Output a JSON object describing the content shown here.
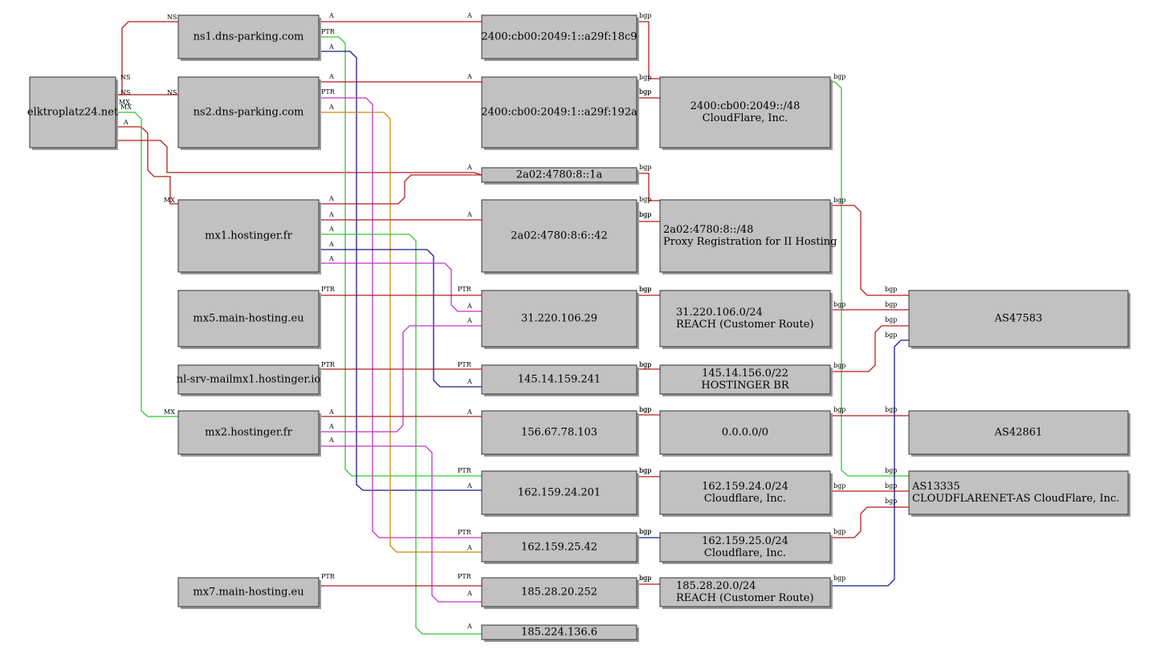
{
  "colors": {
    "node_fill": "#c2c0c1",
    "A": "#b31f1f",
    "NS": "#b31f1f",
    "MX": "#b31f1f",
    "bgp": "#b31f1f",
    "PTR": "#b31f1f",
    "green": "#33c633",
    "navy": "#1a1a8c",
    "magenta": "#c433c4",
    "orange": "#cc8a12"
  },
  "nodes": [
    {
      "id": "elk",
      "lines": [
        "elktroplatz24.net"
      ]
    },
    {
      "id": "ns1",
      "lines": [
        "ns1.dns-parking.com"
      ]
    },
    {
      "id": "ns2",
      "lines": [
        "ns2.dns-parking.com"
      ]
    },
    {
      "id": "mx1",
      "lines": [
        "mx1.hostinger.fr"
      ]
    },
    {
      "id": "mx5",
      "lines": [
        "mx5.main-hosting.eu"
      ]
    },
    {
      "id": "nl",
      "lines": [
        "nl-srv-mailmx1.hostinger.io"
      ]
    },
    {
      "id": "mx2",
      "lines": [
        "mx2.hostinger.fr"
      ]
    },
    {
      "id": "mx7",
      "lines": [
        "mx7.main-hosting.eu"
      ]
    },
    {
      "id": "ip6a",
      "lines": [
        "2400:cb00:2049:1::a29f:18c9"
      ]
    },
    {
      "id": "ip6b",
      "lines": [
        "2400:cb00:2049:1::a29f:192a"
      ]
    },
    {
      "id": "ip6c",
      "lines": [
        "2a02:4780:8::1a"
      ]
    },
    {
      "id": "ip6d",
      "lines": [
        "2a02:4780:8:6::42"
      ]
    },
    {
      "id": "ip4a",
      "lines": [
        "31.220.106.29"
      ]
    },
    {
      "id": "ip4b",
      "lines": [
        "145.14.159.241"
      ]
    },
    {
      "id": "ip4c",
      "lines": [
        "156.67.78.103"
      ]
    },
    {
      "id": "ip4d",
      "lines": [
        "162.159.24.201"
      ]
    },
    {
      "id": "ip4e",
      "lines": [
        "162.159.25.42"
      ]
    },
    {
      "id": "ip4f",
      "lines": [
        "185.28.20.252"
      ]
    },
    {
      "id": "ip4g",
      "lines": [
        "185.224.136.6"
      ]
    },
    {
      "id": "pfx1",
      "lines": [
        "2400:cb00:2049::/48",
        "CloudFlare, Inc."
      ]
    },
    {
      "id": "pfx2",
      "lines": [
        "2a02:4780:8::/48",
        "Proxy Registration for II Hosting"
      ]
    },
    {
      "id": "pfx3",
      "lines": [
        "31.220.106.0/24",
        "REACH (Customer Route)"
      ]
    },
    {
      "id": "pfx4",
      "lines": [
        "145.14.156.0/22",
        "HOSTINGER BR"
      ]
    },
    {
      "id": "pfx5",
      "lines": [
        "0.0.0.0/0"
      ]
    },
    {
      "id": "pfx6",
      "lines": [
        "162.159.24.0/24",
        "Cloudflare, Inc."
      ]
    },
    {
      "id": "pfx7",
      "lines": [
        "162.159.25.0/24",
        "Cloudflare, Inc."
      ]
    },
    {
      "id": "pfx8",
      "lines": [
        "185.28.20.0/24",
        "REACH (Customer Route)"
      ]
    },
    {
      "id": "as1",
      "lines": [
        "AS47583"
      ]
    },
    {
      "id": "as2",
      "lines": [
        "AS42861"
      ]
    },
    {
      "id": "as3",
      "lines": [
        "AS13335",
        "CLOUDFLARENET-AS CloudFlare, Inc."
      ]
    }
  ],
  "edge_labels": {
    "NS": "NS",
    "MX": "MX",
    "A": "A",
    "PTR": "PTR",
    "bgp": "bgp"
  },
  "edges": [
    {
      "c": "A",
      "labels": [
        "NS",
        "NS"
      ]
    },
    {
      "c": "A",
      "labels": [
        "NS",
        "NS"
      ]
    },
    {
      "c": "A",
      "labels": [
        "MX",
        "MX"
      ]
    },
    {
      "c": "green",
      "labels": [
        "MX",
        "MX"
      ]
    },
    {
      "c": "A",
      "labels": [
        "A"
      ]
    },
    {
      "c": "A",
      "labels": [
        "A",
        "A"
      ]
    },
    {
      "c": "green",
      "labels": [
        "PTR",
        "PTR"
      ]
    },
    {
      "c": "navy",
      "labels": [
        "A",
        "A"
      ]
    },
    {
      "c": "A",
      "labels": [
        "A",
        "A"
      ]
    },
    {
      "c": "magenta",
      "labels": [
        "PTR",
        "PTR"
      ]
    },
    {
      "c": "orange",
      "labels": [
        "A",
        "A"
      ]
    },
    {
      "c": "A",
      "labels": [
        "A",
        "A"
      ]
    },
    {
      "c": "A",
      "labels": [
        "A",
        "A"
      ]
    },
    {
      "c": "green",
      "labels": [
        "A",
        "A"
      ]
    },
    {
      "c": "navy",
      "labels": [
        "A",
        "A"
      ]
    },
    {
      "c": "magenta",
      "labels": [
        "A",
        "A"
      ]
    },
    {
      "c": "magenta",
      "labels": [
        "A",
        "A"
      ]
    },
    {
      "c": "A",
      "labels": [
        "PTR",
        "PTR"
      ]
    },
    {
      "c": "A",
      "labels": [
        "PTR",
        "PTR"
      ]
    },
    {
      "c": "A",
      "labels": [
        "A",
        "A"
      ]
    },
    {
      "c": "magenta",
      "labels": [
        "A",
        "A"
      ]
    },
    {
      "c": "A",
      "labels": [
        "PTR",
        "PTR"
      ]
    },
    {
      "c": "A",
      "labels": [
        "bgp",
        "bgp"
      ]
    },
    {
      "c": "A",
      "labels": [
        "bgp",
        "bgp"
      ]
    },
    {
      "c": "A",
      "labels": [
        "bgp",
        "bgp"
      ]
    },
    {
      "c": "A",
      "labels": [
        "bgp",
        "bgp"
      ]
    },
    {
      "c": "green",
      "labels": [
        "bgp",
        "bgp"
      ]
    },
    {
      "c": "A",
      "labels": [
        "bgp",
        "bgp"
      ]
    },
    {
      "c": "A",
      "labels": [
        "bgp",
        "bgp"
      ]
    },
    {
      "c": "A",
      "labels": [
        "bgp",
        "bgp"
      ]
    },
    {
      "c": "A",
      "labels": [
        "bgp",
        "bgp"
      ]
    },
    {
      "c": "A",
      "labels": [
        "bgp",
        "bgp"
      ]
    },
    {
      "c": "A",
      "labels": [
        "bgp",
        "bgp"
      ]
    },
    {
      "c": "A",
      "labels": [
        "bgp",
        "bgp"
      ]
    },
    {
      "c": "A",
      "labels": [
        "bgp",
        "bgp"
      ]
    },
    {
      "c": "A",
      "labels": [
        "bgp",
        "bgp"
      ]
    },
    {
      "c": "A",
      "labels": [
        "bgp",
        "bgp"
      ]
    },
    {
      "c": "navy",
      "labels": [
        "bgp",
        "bgp"
      ]
    }
  ]
}
